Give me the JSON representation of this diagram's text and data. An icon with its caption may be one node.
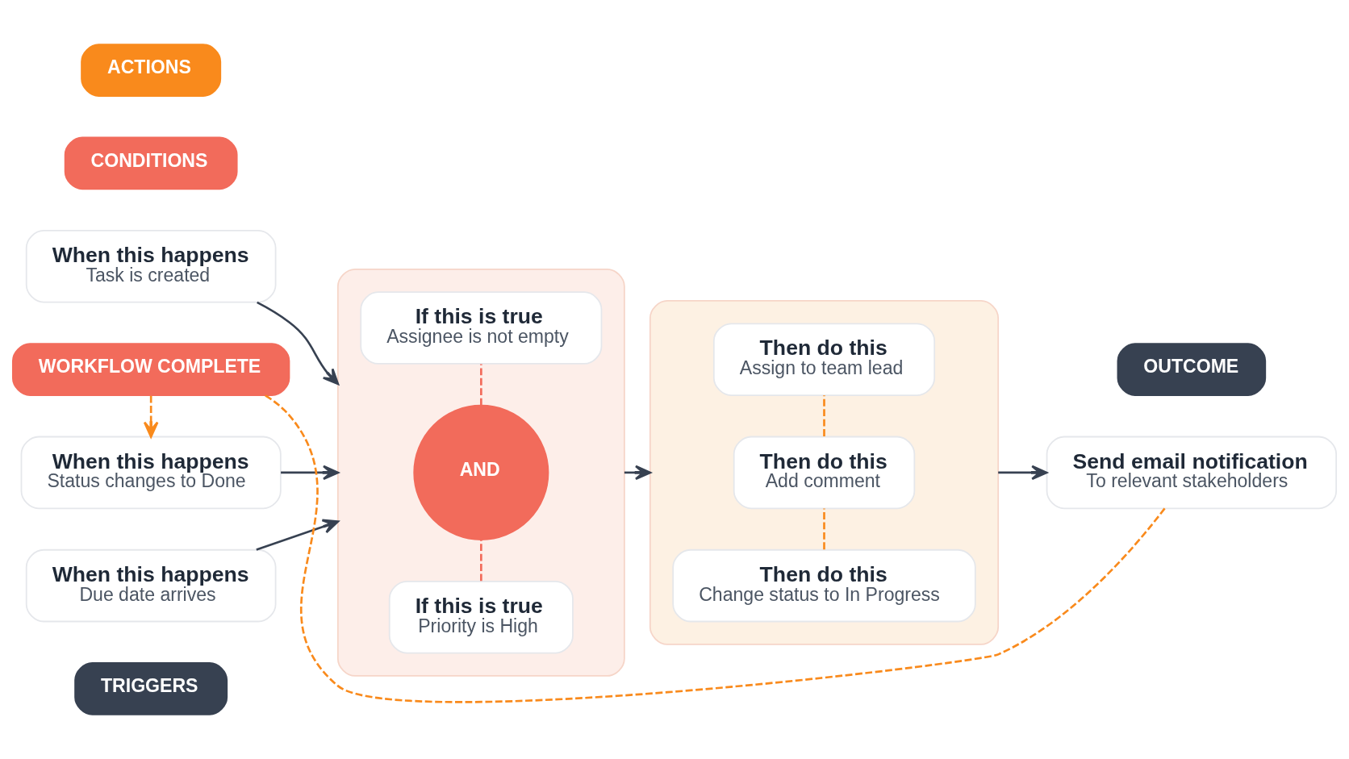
{
  "diagram": {
    "nodes": [
      {
        "text": [
          "TRIGGERS"
        ]
      },
      {
        "text": [
          "When this happens",
          "Task is created"
        ]
      },
      {
        "text": [
          "When this happens",
          "Due date arrives"
        ]
      },
      {
        "text": [
          "When this happens",
          "Status changes to Done"
        ]
      },
      {
        "text": [
          "CONDITIONS"
        ]
      },
      {
        "text": [],
        "shape": "box"
      },
      {
        "text": [
          "If this is true",
          "Priority is High"
        ],
        "in": 5
      },
      {
        "text": [
          "AND"
        ],
        "in": 5
      },
      {
        "text": [
          "If this is true",
          "Assignee is not empty"
        ],
        "in": 5
      },
      {
        "text": [
          "ACTIONS"
        ]
      },
      {
        "text": [],
        "shape": "box"
      },
      {
        "text": [
          "Then do this",
          "Change status to In Progress"
        ],
        "in": 10
      },
      {
        "text": [
          "Then do this",
          "Add comment"
        ],
        "in": 10
      },
      {
        "text": [
          "Then do this",
          "Assign to team lead"
        ],
        "in": 10
      },
      {
        "text": [
          "OUTCOME"
        ]
      },
      {
        "text": [
          "Send email notification",
          "To relevant stakeholders"
        ]
      },
      {
        "text": [
          "WORKFLOW COMPLETE"
        ]
      }
    ],
    "edges": [
      {
        "from": 1,
        "to": 5,
        "arrow": "to"
      },
      {
        "from": 2,
        "to": 5,
        "arrow": "to"
      },
      {
        "from": 3,
        "to": 5,
        "arrow": "to"
      },
      {
        "from": 6,
        "to": 7,
        "arrow": "none",
        "style": "dashed",
        "color": "#f26b5b"
      },
      {
        "from": 7,
        "to": 8,
        "arrow": "none",
        "style": "dashed",
        "color": "#f26b5b"
      },
      {
        "from": 5,
        "to": 10,
        "arrow": "to"
      },
      {
        "from": 11,
        "to": 12,
        "arrow": "none",
        "style": "dashed",
        "color": "#f98a1c"
      },
      {
        "from": 12,
        "to": 13,
        "arrow": "none",
        "style": "dashed",
        "color": "#f98a1c"
      },
      {
        "from": 10,
        "to": 15,
        "arrow": "to"
      },
      {
        "from": 15,
        "to": 16,
        "arrow": "none",
        "style": "dashed",
        "color": "#f98a1c"
      },
      {
        "from": 16,
        "to": 3,
        "arrow": "to",
        "style": "dashed",
        "color": "#f98a1c"
      }
    ]
  }
}
